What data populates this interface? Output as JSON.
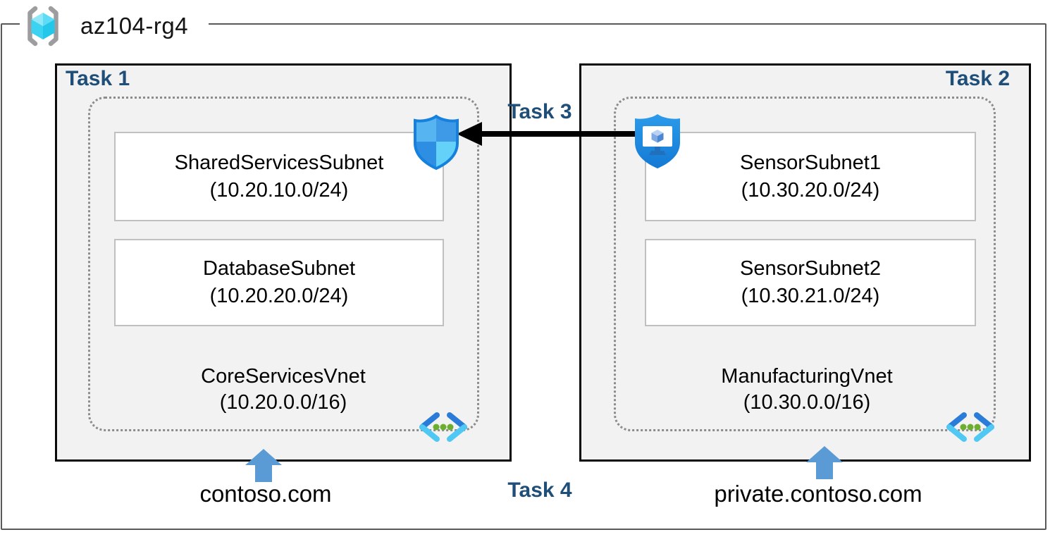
{
  "header": {
    "resource_group": "az104-rg4"
  },
  "tasks": {
    "t1": "Task 1",
    "t2": "Task 2",
    "t3": "Task 3",
    "t4": "Task 4"
  },
  "vnets": [
    {
      "name": "CoreServicesVnet",
      "cidr": "(10.20.0.0/16)",
      "dns": "contoso.com",
      "subnets": [
        {
          "name": "SharedServicesSubnet",
          "cidr": "(10.20.10.0/24)"
        },
        {
          "name": "DatabaseSubnet",
          "cidr": "(10.20.20.0/24)"
        }
      ]
    },
    {
      "name": "ManufacturingVnet",
      "cidr": "(10.30.0.0/16)",
      "dns": "private.contoso.com",
      "subnets": [
        {
          "name": "SensorSubnet1",
          "cidr": "(10.30.20.0/24)"
        },
        {
          "name": "SensorSubnet2",
          "cidr": "(10.30.21.0/24)"
        }
      ]
    }
  ],
  "icons": {
    "resource_group": "resource-group-icon",
    "network_security": "network-security-group-shield-icon",
    "bastion": "bastion-shield-monitor-icon",
    "virtual_network": "virtual-network-icon",
    "dns_pointer": "blue-up-arrow-icon",
    "peering": "black-left-arrow"
  },
  "colors": {
    "task_label": "#1F4E79",
    "box_fill": "#F2F2F2",
    "box_border": "#000000",
    "dotted_border": "#8C8C8C",
    "subnet_border": "#C0C0C0",
    "frame_border": "#595959",
    "up_arrow": "#5B9BD5",
    "peering_arrow": "#000000"
  }
}
